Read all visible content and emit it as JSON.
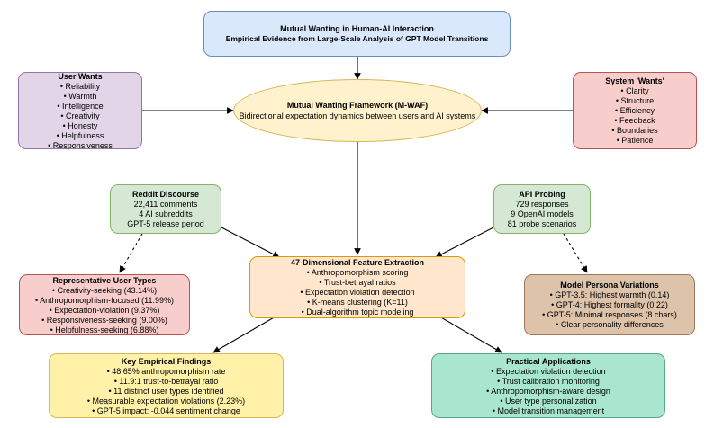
{
  "title_box": {
    "title": "Mutual Wanting in Human-AI Interaction",
    "subtitle": "Empirical Evidence from Large-Scale Analysis of GPT Model Transitions"
  },
  "framework": {
    "title": "Mutual Wanting Framework (M-WAF)",
    "subtitle": "Bidirectional expectation dynamics between users and AI systems"
  },
  "user_wants": {
    "title": "User Wants",
    "items": [
      "• Reliability",
      "• Warmth",
      "• Intelligence",
      "• Creativity",
      "• Honesty",
      "• Helpfulness",
      "• Responsiveness"
    ]
  },
  "system_wants": {
    "title": "System 'Wants'",
    "items": [
      "• Clarity",
      "• Structure",
      "• Efficiency",
      "• Feedback",
      "• Boundaries",
      "• Patience"
    ]
  },
  "reddit": {
    "title": "Reddit Discourse",
    "lines": [
      "22,411 comments",
      "4 AI subreddits",
      "GPT-5 release period"
    ]
  },
  "api": {
    "title": "API Probing",
    "lines": [
      "729 responses",
      "9 OpenAI models",
      "81 probe scenarios"
    ]
  },
  "features": {
    "title": "47-Dimensional Feature Extraction",
    "items": [
      "• Anthropomorphism scoring",
      "• Trust-betrayal ratios",
      "• Expectation violation detection",
      "• K-means clustering (K=11)",
      "• Dual-algorithm topic modeling"
    ]
  },
  "user_types": {
    "title": "Representative User Types",
    "items": [
      "• Creativity-seeking (43.14%)",
      "• Anthropomorphism-focused (11.99%)",
      "• Expectation-violation (9.37%)",
      "• Responsiveness-seeking (9.00%)",
      "• Helpfulness-seeking (6.88%)"
    ]
  },
  "persona": {
    "title": "Model Persona Variations",
    "items": [
      "• GPT-3.5: Highest warmth (0.14)",
      "• GPT-4: Highest formality (0.22)",
      "• GPT-5: Minimal responses (8 chars)",
      "• Clear personality differences"
    ]
  },
  "findings": {
    "title": "Key Empirical Findings",
    "items": [
      "• 48.65% anthropomorphism rate",
      "• 11.9:1 trust-to-betrayal ratio",
      "• 11 distinct user types identified",
      "• Measurable expectation violations (2.23%)",
      "• GPT-5 impact: -0.044 sentiment change"
    ]
  },
  "applications": {
    "title": "Practical Applications",
    "items": [
      "• Expectation violation detection",
      "• Trust calibration monitoring",
      "• Anthropomorphism-aware design",
      "• User type personalization",
      "• Model transition management"
    ]
  },
  "colors": {
    "blue_fill": "#dae8fc",
    "blue_stroke": "#6c8ebf",
    "purple_fill": "#e1d5e7",
    "purple_stroke": "#9673a6",
    "red_fill": "#f8cecc",
    "red_stroke": "#b85450",
    "green_fill": "#d5e8d4",
    "green_stroke": "#82b366",
    "orange_fill": "#ffe6cc",
    "orange_stroke": "#d79b00",
    "tan_fill": "#dcc3aa",
    "tan_stroke": "#a0785a",
    "yellow_fill": "#fff2a8",
    "yellow_stroke": "#d6b656",
    "teal_fill": "#a8e6cf",
    "teal_stroke": "#5aa67f"
  }
}
